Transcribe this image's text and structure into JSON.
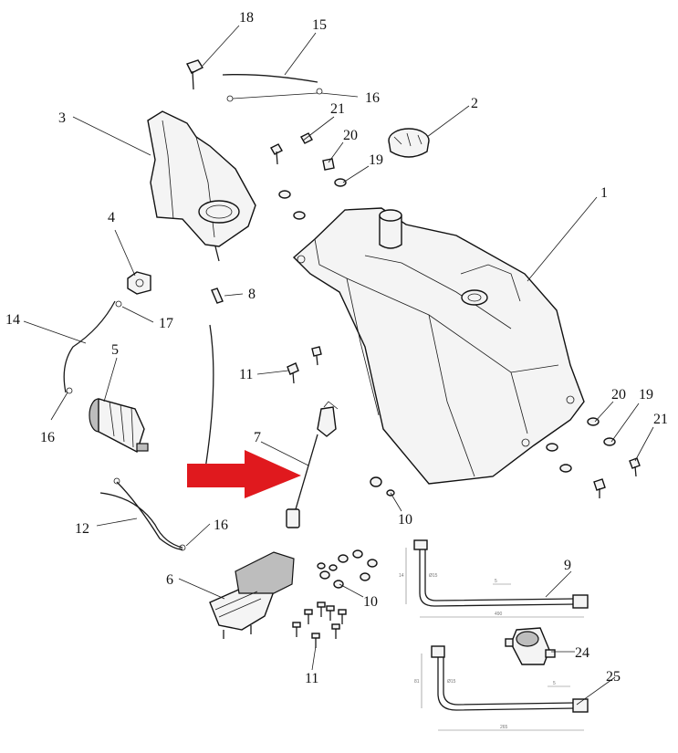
{
  "arrow_color": "#e0191e",
  "callouts": [
    "18",
    "15",
    "16",
    "3",
    "21",
    "2",
    "20",
    "19",
    "1",
    "4",
    "8",
    "14",
    "17",
    "5",
    "11",
    "16",
    "7",
    "20",
    "19",
    "21",
    "10",
    "12",
    "16",
    "6",
    "10",
    "11",
    "9",
    "24",
    "25"
  ],
  "dims": {
    "d1": "Ø15",
    "d2": "490",
    "d3": "14",
    "d4": "5",
    "d5": "Ø15",
    "d6": "265",
    "d7": "81",
    "d8": "5"
  }
}
